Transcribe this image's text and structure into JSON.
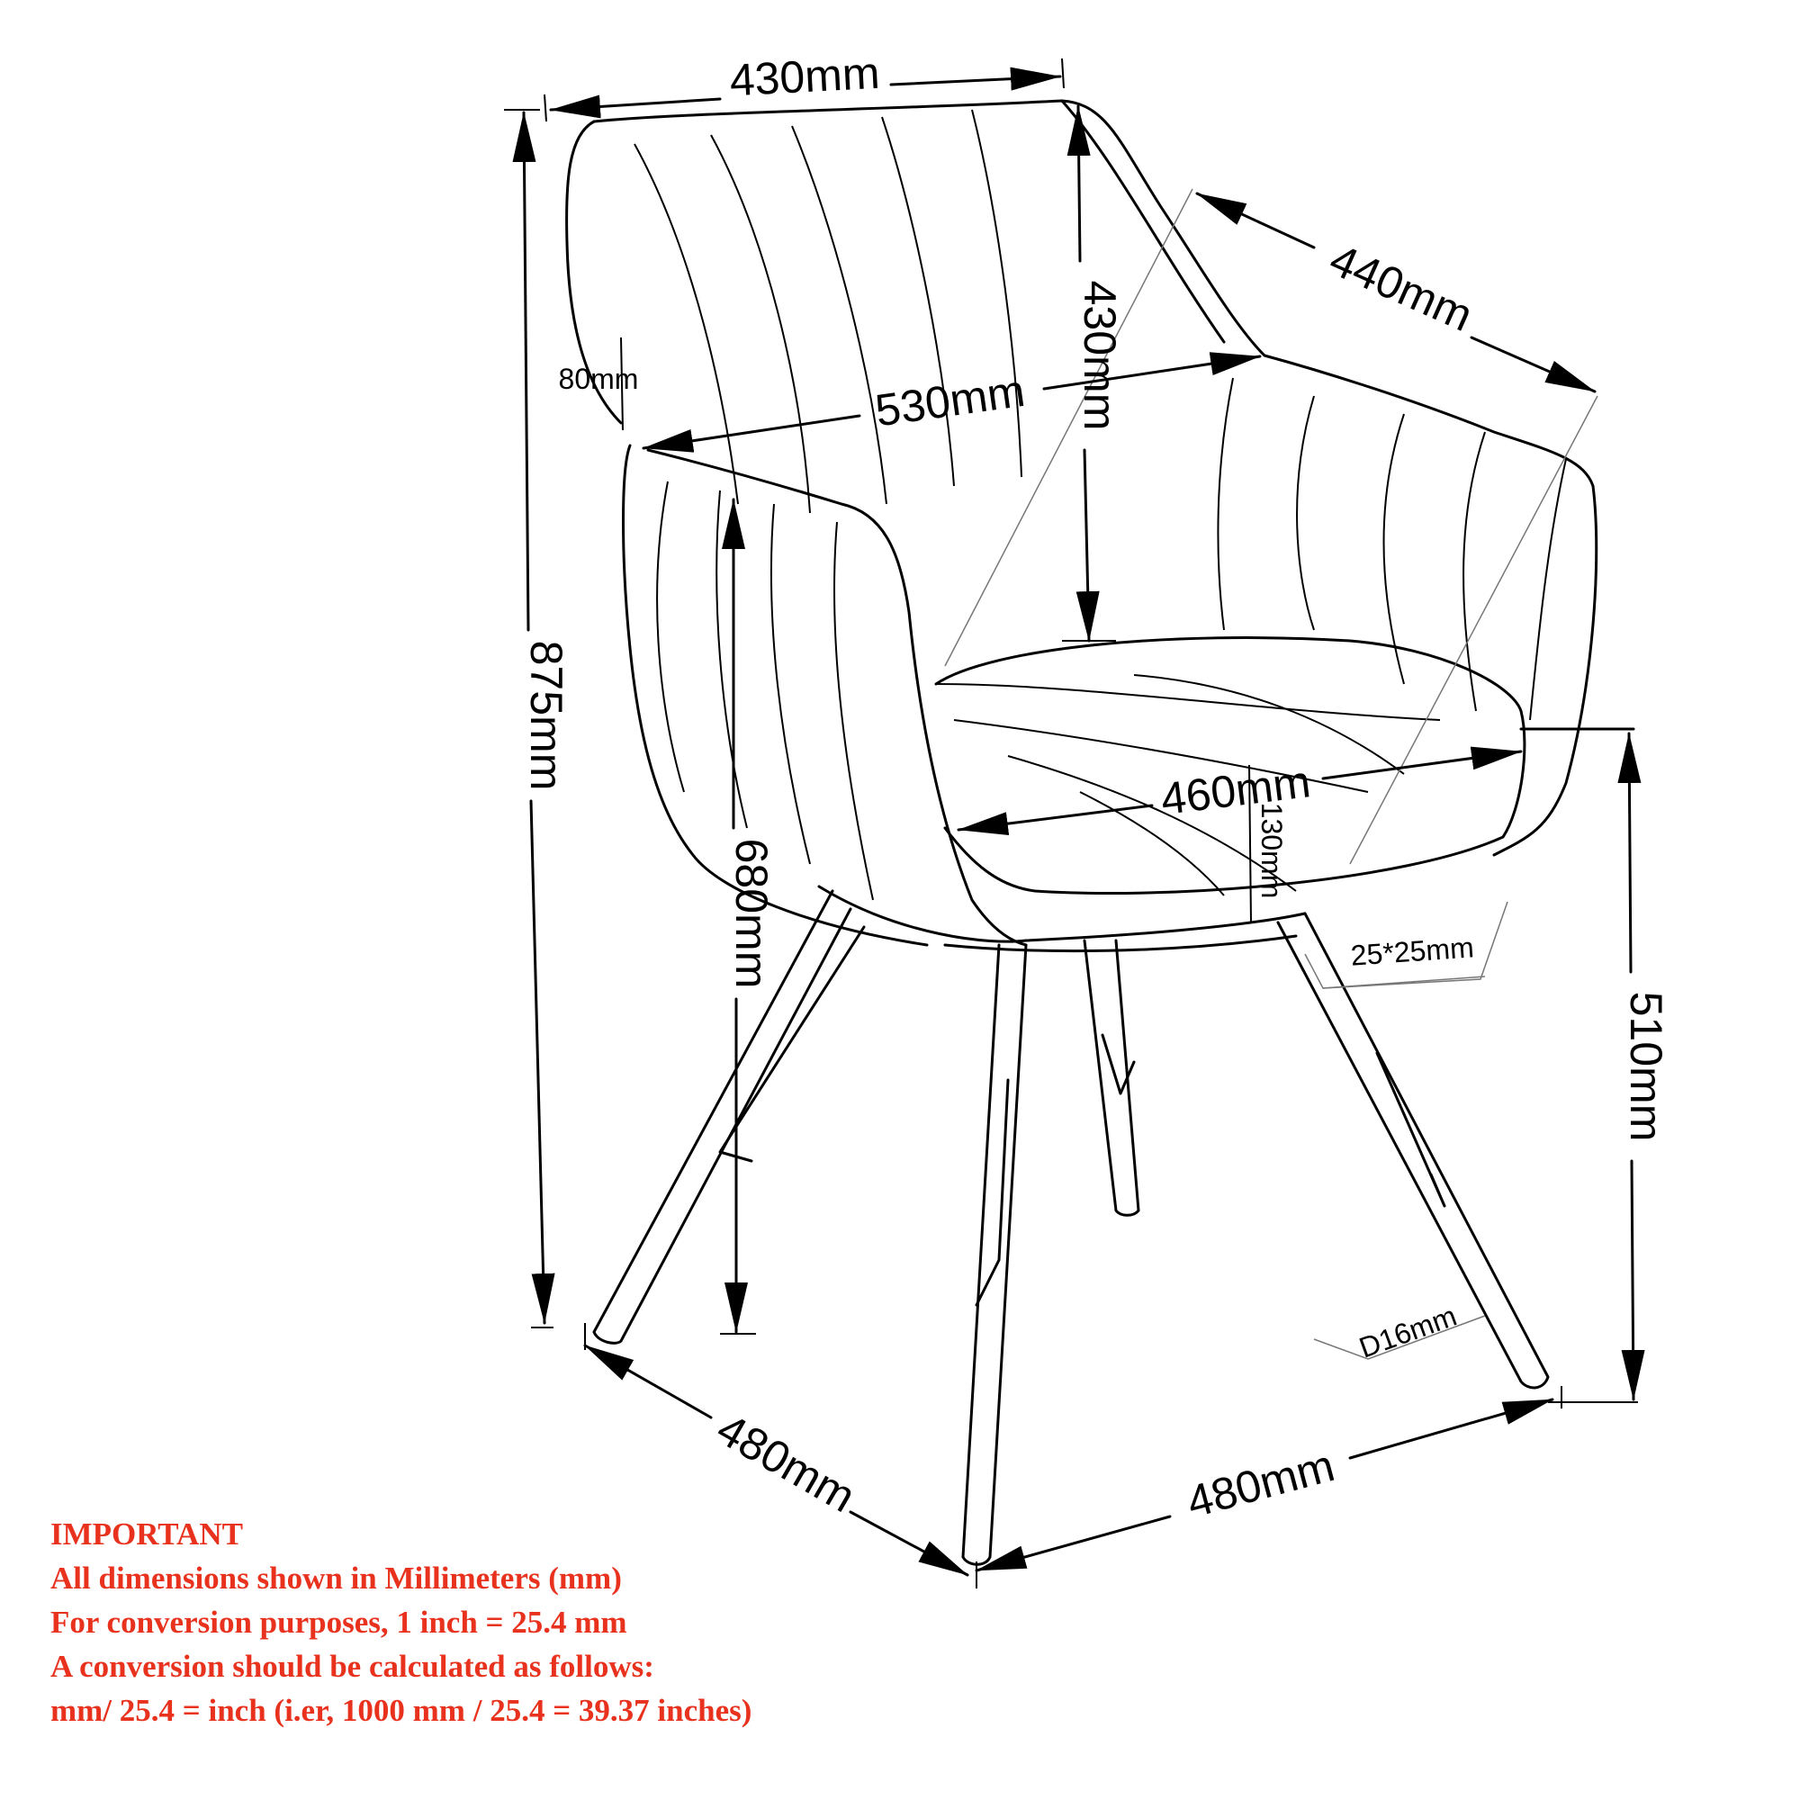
{
  "dimensions": {
    "top_width": "430mm",
    "back_height": "430mm",
    "arm_depth": "440mm",
    "overall_width": "530mm",
    "arm_pad": "80mm",
    "overall_height": "875mm",
    "arm_height": "680mm",
    "seat_width": "460mm",
    "seat_thickness": "130mm",
    "seat_height": "510mm",
    "leg_section": "25*25mm",
    "leg_diameter": "D16mm",
    "base_left": "480mm",
    "base_right": "480mm"
  },
  "notes": {
    "heading": "IMPORTANT",
    "line1": "All dimensions shown in Millimeters (mm)",
    "line2": "For conversion purposes, 1 inch = 25.4 mm",
    "line3": "A conversion should be calculated as follows:",
    "line4": "mm/ 25.4 = inch (i.er, 1000 mm / 25.4 = 39.37 inches)"
  },
  "colors": {
    "lines": "#000000",
    "notes_text": "#e8321e"
  }
}
